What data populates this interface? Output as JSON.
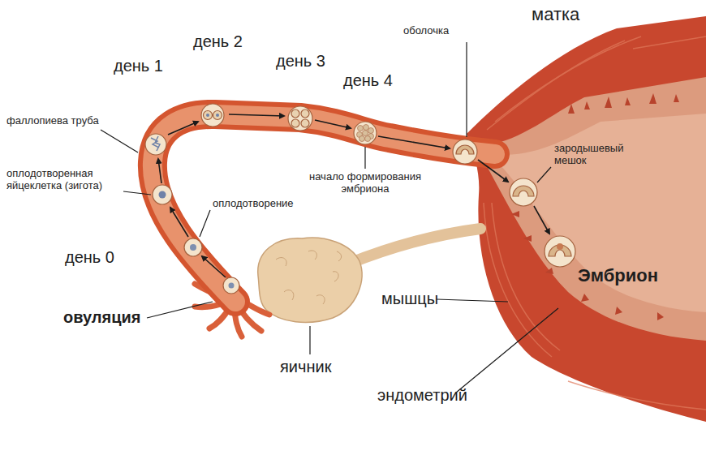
{
  "diagram": {
    "labels": [
      "матка",
      "оболочка",
      "день 2",
      "день 1",
      "день 3",
      "день 4",
      "фаллопиева труба",
      "зародышевый мешок",
      "начало формирования эмбриона",
      "оплодотворенная яйцеклетка (зигота)",
      "оплодотворение",
      "день 0",
      "Эмбрион",
      "мышцы",
      "овуляция",
      "яичник",
      "эндометрий"
    ]
  }
}
